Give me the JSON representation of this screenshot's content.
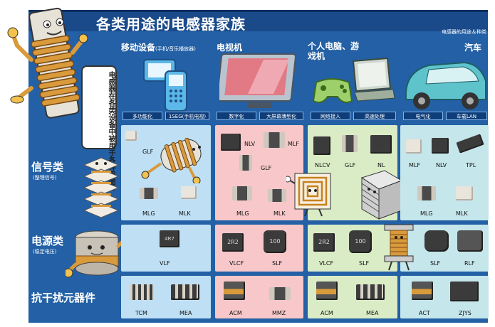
{
  "title": "各类用途的电感器家族",
  "subtitle": "电感器的用途＆种类",
  "callout": "电感器在各类设备中被用于各种用途！",
  "columns": [
    {
      "name": "移动设备",
      "note": "(手机/音乐播放器)",
      "tags": [
        "多功能化",
        "1SEG(手机电视)"
      ]
    },
    {
      "name": "电视机",
      "note": "",
      "tags": [
        "数字化",
        "大屏幕薄型化"
      ]
    },
    {
      "name": "个人电脑、游戏机",
      "note": "",
      "tags": [
        "网络接入",
        "高速处理"
      ]
    },
    {
      "name": "汽车",
      "note": "",
      "tags": [
        "电气化",
        "车载LAN"
      ]
    }
  ],
  "rows": [
    {
      "name": "信号类",
      "note": "(整理信号)"
    },
    {
      "name": "电源类",
      "note": "(稳定电压)"
    },
    {
      "name": "抗干扰元器件",
      "note": ""
    }
  ],
  "labels": {
    "m_sig": [
      "GLF",
      "MLG",
      "MLK"
    ],
    "tv_sig": [
      "NLV",
      "MLF",
      "GLF",
      "MLG",
      "MLK"
    ],
    "pc_sig": [
      "NLCV",
      "GLF",
      "NL"
    ],
    "car_sig": [
      "MLF",
      "NLV",
      "TPL",
      "MLG",
      "MLK"
    ],
    "m_pow": [
      "VLF"
    ],
    "tv_pow": [
      "VLCF",
      "SLF"
    ],
    "pc_pow": [
      "VLCF",
      "SLF"
    ],
    "car_pow": [
      "SLF",
      "RLF"
    ],
    "m_emi": [
      "TCM",
      "MEA"
    ],
    "tv_emi": [
      "ACM",
      "MMZ"
    ],
    "pc_emi": [
      "ACM",
      "MEA"
    ],
    "car_emi": [
      "ACT",
      "ZJYS"
    ]
  },
  "chip_marks": [
    "4R7",
    "2R2",
    "100",
    "2R2",
    "100"
  ],
  "colors": {
    "panel": "#2360a5",
    "title": "#1a4a8a",
    "blue": "#bfe0f4",
    "pink": "#f7c7c9",
    "green": "#d9ecc5",
    "teal": "#c5e6ea"
  }
}
